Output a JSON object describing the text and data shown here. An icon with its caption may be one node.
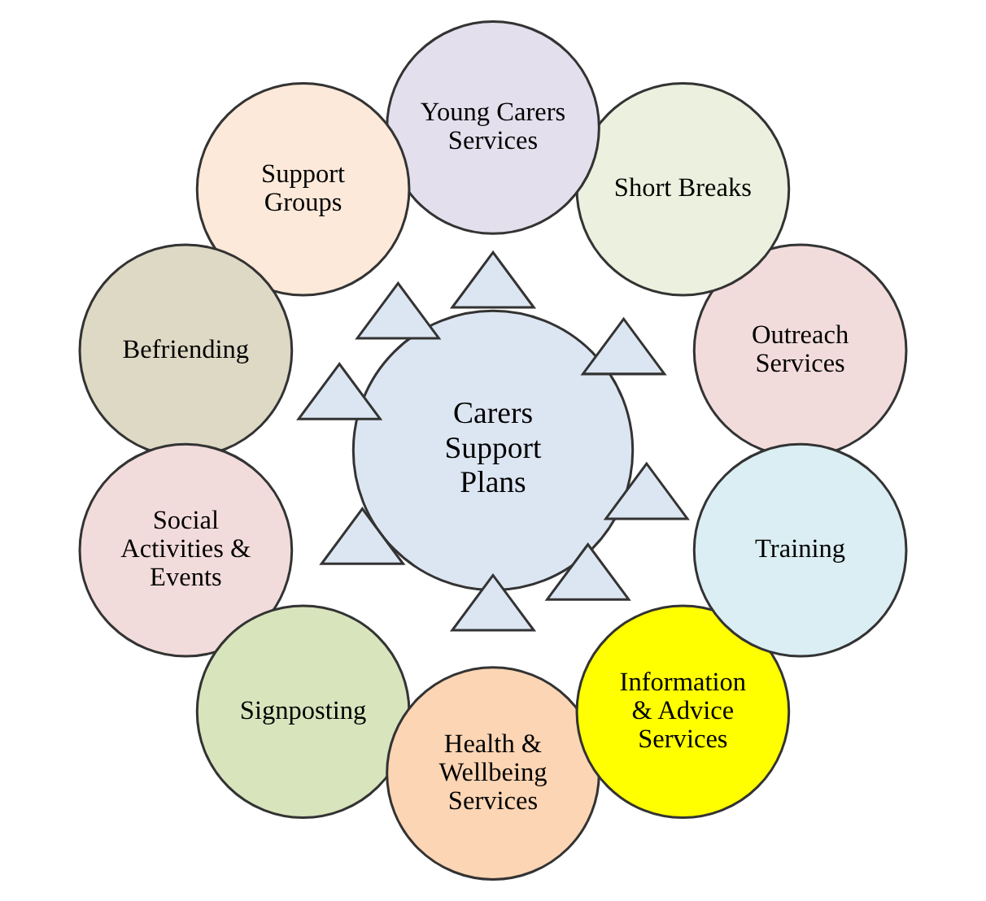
{
  "diagram": {
    "nodes": [
      {
        "text": [
          "Outreach Services"
        ]
      },
      {
        "text": [
          "Short Breaks"
        ]
      },
      {
        "text": [
          "Young Carers Services"
        ]
      },
      {
        "text": [
          "Support Groups"
        ]
      },
      {
        "text": [
          "Befriending"
        ]
      },
      {
        "text": [
          "Social Activities & Events"
        ]
      },
      {
        "text": [
          "Signposting"
        ]
      },
      {
        "text": [
          "Health & Wellbeing Services"
        ]
      },
      {
        "text": [
          "Information & Advice Services"
        ]
      },
      {
        "text": [
          "Training"
        ]
      },
      {
        "text": [
          "Carers Support Plans"
        ]
      },
      {
        "text": [],
        "shape": "triangle"
      },
      {
        "text": [],
        "shape": "triangle"
      },
      {
        "text": [],
        "shape": "triangle"
      },
      {
        "text": [],
        "shape": "triangle"
      },
      {
        "text": [],
        "shape": "triangle"
      },
      {
        "text": [],
        "shape": "triangle"
      },
      {
        "text": [],
        "shape": "triangle"
      },
      {
        "text": [],
        "shape": "triangle"
      }
    ],
    "edges": []
  }
}
